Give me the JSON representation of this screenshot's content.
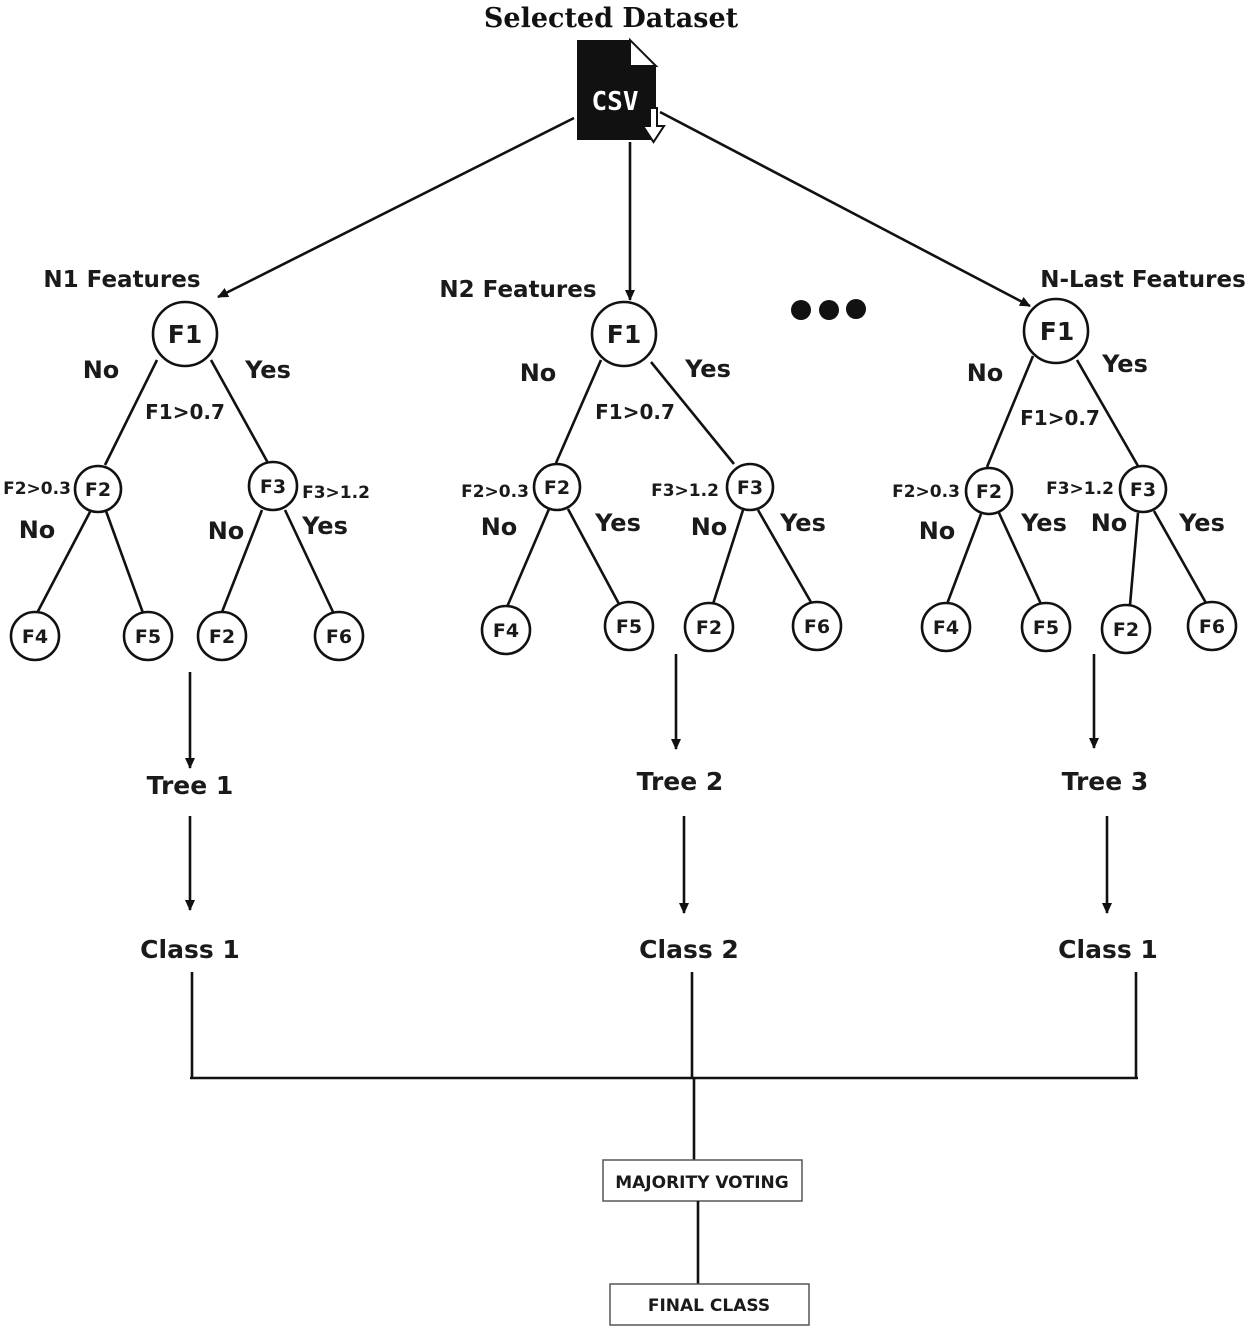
{
  "title": "Selected Dataset",
  "csv_label": "CSV",
  "trees": [
    {
      "features_label": "N1 Features",
      "root": "F1",
      "root_condition": "F1>0.7",
      "root_no": "No",
      "root_yes": "Yes",
      "left": "F2",
      "left_condition": "F2>0.3",
      "left_no": "No",
      "left_yes": "",
      "right": "F3",
      "right_condition": "F3>1.2",
      "right_no": "No",
      "right_yes": "Yes",
      "leaves": [
        "F4",
        "F5",
        "F2",
        "F6"
      ],
      "tree_label": "Tree 1",
      "class_label": "Class 1"
    },
    {
      "features_label": "N2 Features",
      "root": "F1",
      "root_condition": "F1>0.7",
      "root_no": "No",
      "root_yes": "Yes",
      "left": "F2",
      "left_condition": "F2>0.3",
      "left_no": "No",
      "left_yes": "Yes",
      "right": "F3",
      "right_condition": "F3>1.2",
      "right_no": "No",
      "right_yes": "Yes",
      "leaves": [
        "F4",
        "F5",
        "F2",
        "F6"
      ],
      "tree_label": "Tree 2",
      "class_label": "Class 2"
    },
    {
      "features_label": "N-Last Features",
      "root": "F1",
      "root_condition": "F1>0.7",
      "root_no": "No",
      "root_yes": "Yes",
      "left": "F2",
      "left_condition": "F2>0.3",
      "left_no": "No",
      "left_yes": "Yes",
      "right": "F3",
      "right_condition": "F3>1.2",
      "right_no": "No",
      "right_yes": "Yes",
      "leaves": [
        "F4",
        "F5",
        "F2",
        "F6"
      ],
      "tree_label": "Tree 3",
      "class_label": "Class 1"
    }
  ],
  "majority_voting": "MAJORITY VOTING",
  "final_class": "FINAL CLASS"
}
